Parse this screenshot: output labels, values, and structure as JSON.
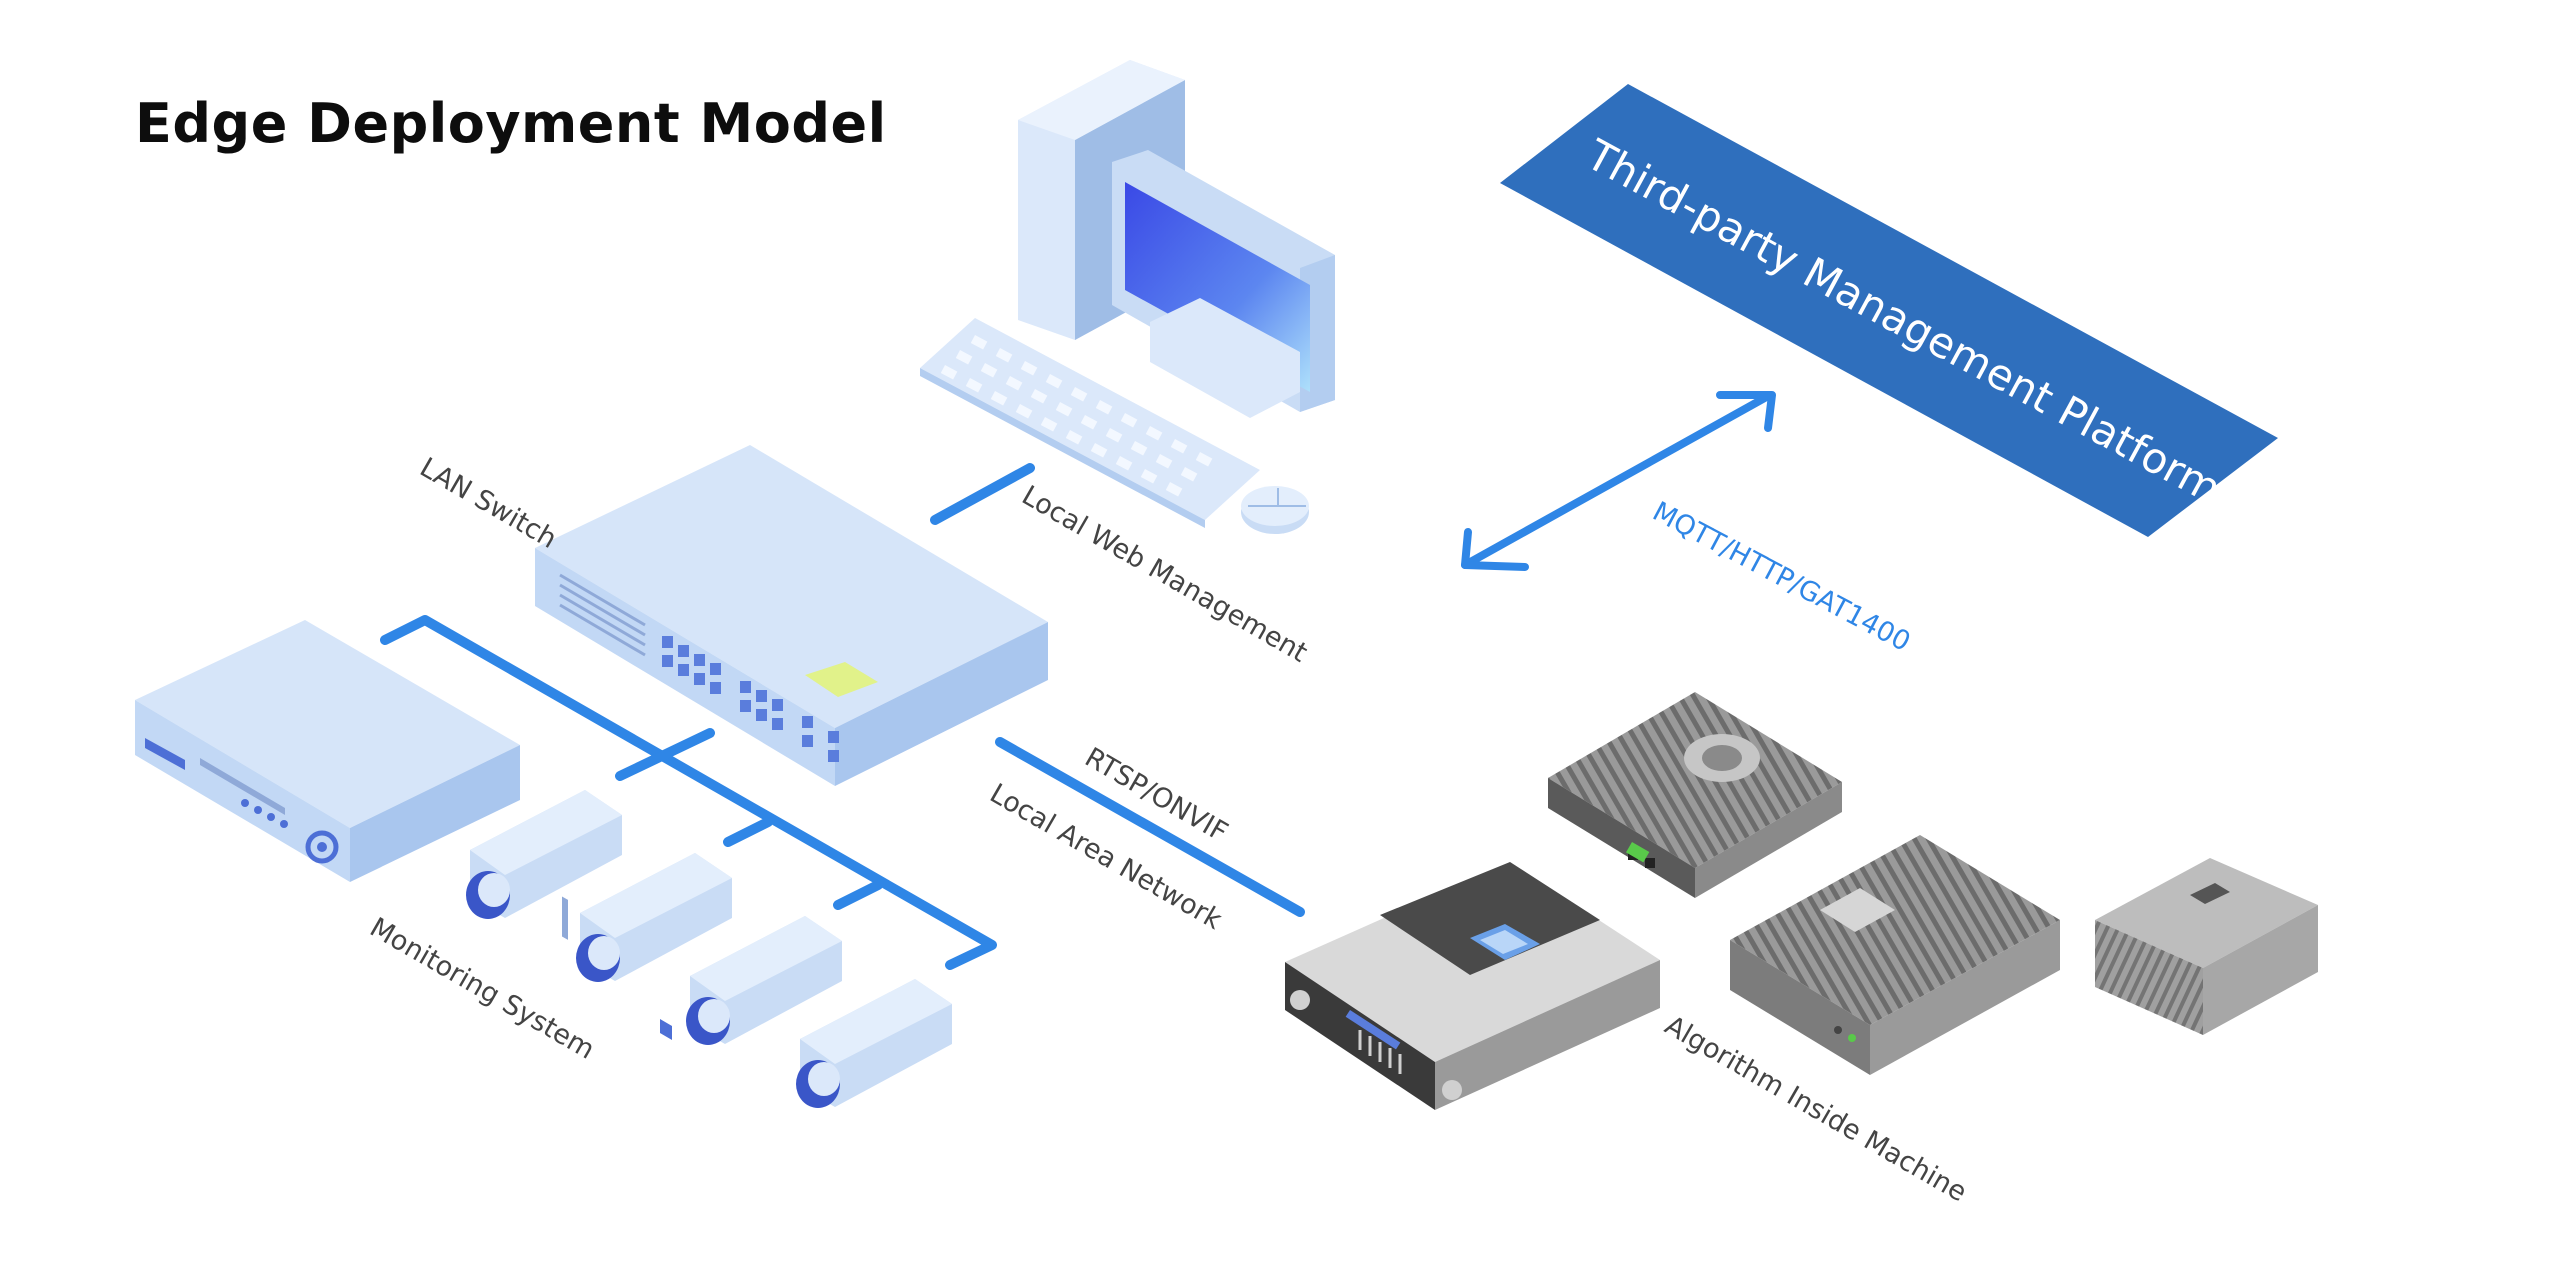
{
  "title": "Edge Deployment Model",
  "labels": {
    "platform": "Third-party Management Platform",
    "protocol_mqtt": "MQTT/HTTP/GAT1400",
    "lan_switch": "LAN Switch",
    "local_web": "Local Web Management",
    "rtsp": "RTSP/ONVIF",
    "lan": "Local Area Network",
    "monitoring": "Monitoring System",
    "algorithm": "Algorithm Inside Machine"
  },
  "colors": {
    "line_blue": "#2f86e6",
    "platform_blue": "#2f6fbd",
    "device_light": "#c9dcf5",
    "device_gray": "#8f8f8f"
  }
}
